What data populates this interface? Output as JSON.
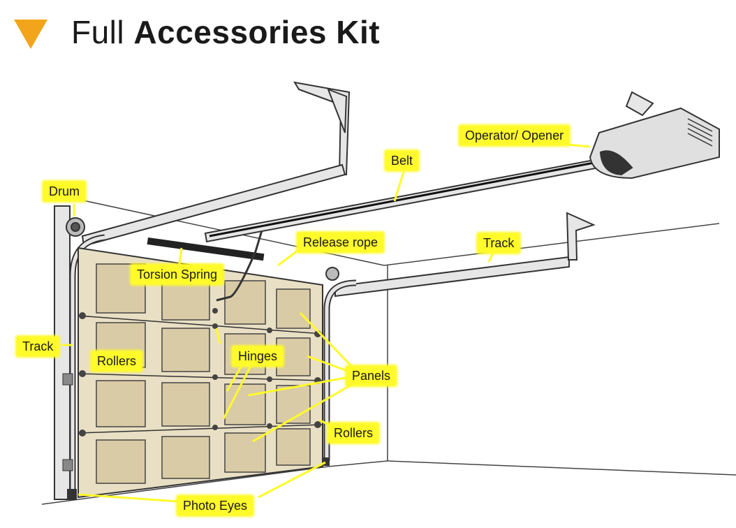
{
  "title": {
    "light": "Full",
    "bold": "Accessories Kit"
  },
  "labels": {
    "drum": "Drum",
    "belt": "Belt",
    "operator": "Operator/ Opener",
    "release_rope": "Release rope",
    "track_top": "Track",
    "torsion_spring": "Torsion Spring",
    "track_left": "Track",
    "rollers_left": "Rollers",
    "hinges": "Hinges",
    "panels": "Panels",
    "rollers_right": "Rollers",
    "photo_eyes": "Photo Eyes"
  },
  "colors": {
    "accent": "#f2a51a",
    "label_bg": "#fffa2a",
    "door_fill": "#e9dfc4",
    "panel_fill": "#d9cba6"
  }
}
